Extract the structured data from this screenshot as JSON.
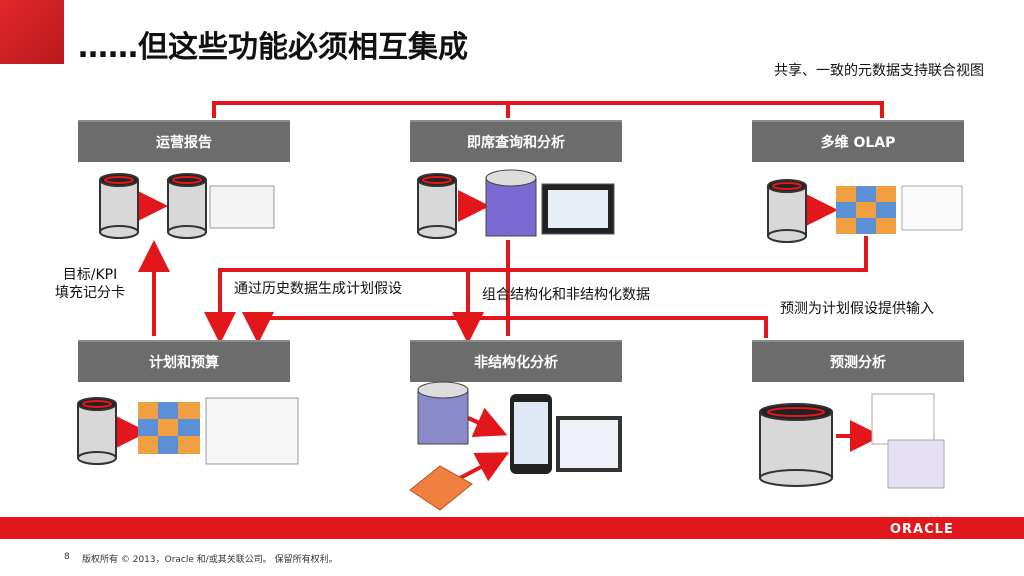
{
  "title": "……但这些功能必须相互集成",
  "notes": {
    "metadata": "共享、一致的元数据支持联合视图",
    "kpi": "目标/KPI\n填充记分卡",
    "history": "通过历史数据生成计划假设",
    "structured": "组合结构化和非结构化数据",
    "forecast_input": "预测为计划假设提供输入"
  },
  "boxes": {
    "ops_report": "运营报告",
    "adhoc": "即席查询和分析",
    "olap": "多维 OLAP",
    "planning": "计划和预算",
    "unstructured": "非结构化分析",
    "predictive": "预测分析"
  },
  "footer": {
    "page": "8",
    "copyright": "版权所有 © 2013，Oracle 和/或其关联公司。 保留所有权利。",
    "logo": "ORACLE"
  },
  "colors": {
    "accent": "#e3161b",
    "box": "#6c6c6c",
    "arrow": "#e3161b"
  }
}
